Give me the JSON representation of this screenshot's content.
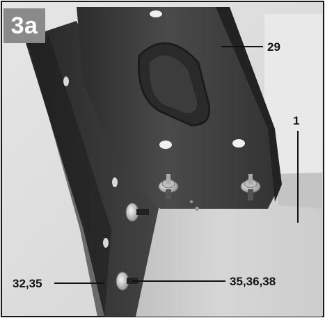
{
  "figure": {
    "panel_label": "3a",
    "callouts": {
      "c29": "29",
      "c1": "1",
      "c3235": "32,35",
      "c353638": "35,36,38"
    }
  },
  "colors": {
    "background": "#ffffff",
    "frame": "#1a1a1a",
    "badge": "#8a8a8a",
    "plate": "#cfcfcf",
    "bracket": "#3a3a3a",
    "bolt": "#d8d8d8"
  }
}
